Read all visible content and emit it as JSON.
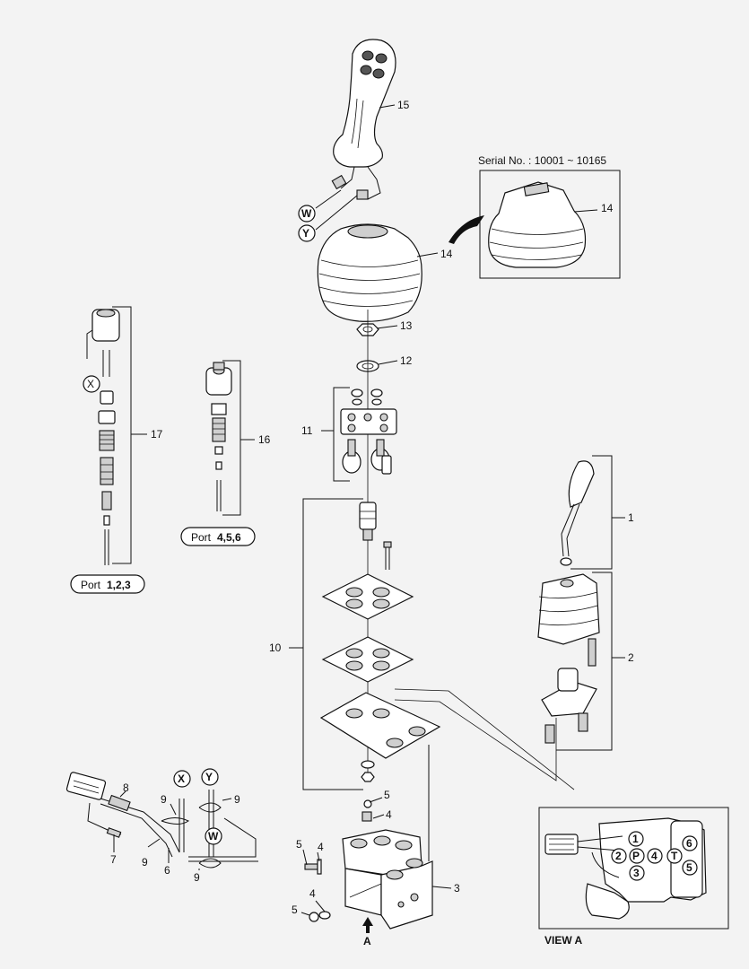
{
  "callouts": {
    "c1": "1",
    "c2": "2",
    "c3": "3",
    "c4a": "4",
    "c4b": "4",
    "c4c": "4",
    "c5a": "5",
    "c5b": "5",
    "c5c": "5",
    "c6": "6",
    "c7": "7",
    "c8": "8",
    "c9a": "9",
    "c9b": "9",
    "c9c": "9",
    "c9d": "9",
    "c10": "10",
    "c11": "11",
    "c12": "12",
    "c13": "13",
    "c14": "14",
    "c14b": "14",
    "c15": "15",
    "c16": "16",
    "c17": "17"
  },
  "markers": {
    "w1": "W",
    "y1": "Y",
    "x1": "X",
    "x2": "X",
    "y2": "Y",
    "w2": "W"
  },
  "serial_note": "Serial No. : 10001 ~ 10165",
  "port_labels": {
    "p123_prefix": "Port",
    "p123_nums": "1,2,3",
    "p456_prefix": "Port",
    "p456_nums": "4,5,6"
  },
  "view": {
    "title": "VIEW A",
    "arrow_label": "A",
    "ports": [
      "1",
      "P",
      "4",
      "2",
      "3",
      "T",
      "6",
      "5"
    ]
  }
}
